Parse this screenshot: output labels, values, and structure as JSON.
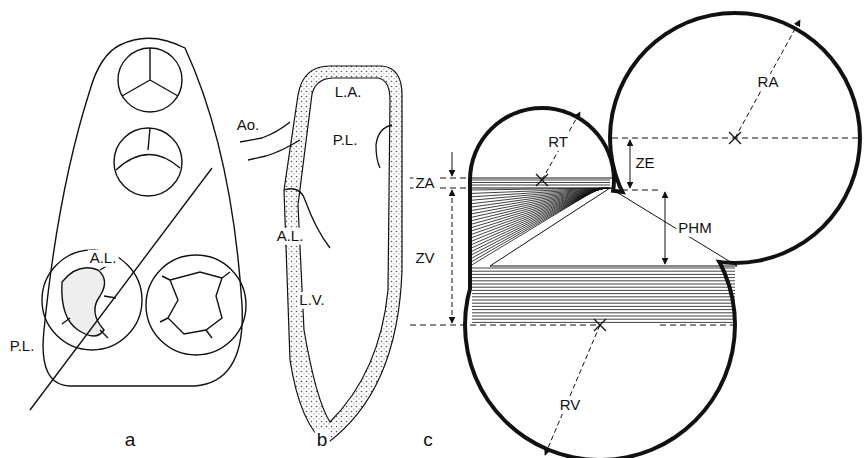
{
  "diagram": {
    "labels": [
      "A.L.",
      "P.L.",
      "a",
      "Ao.",
      "L.A.",
      "P.L.",
      "A.L.",
      "L.V.",
      "b",
      "RA",
      "RT",
      "ZA",
      "ZE",
      "PHM",
      "ZV",
      "RV",
      "c"
    ]
  }
}
